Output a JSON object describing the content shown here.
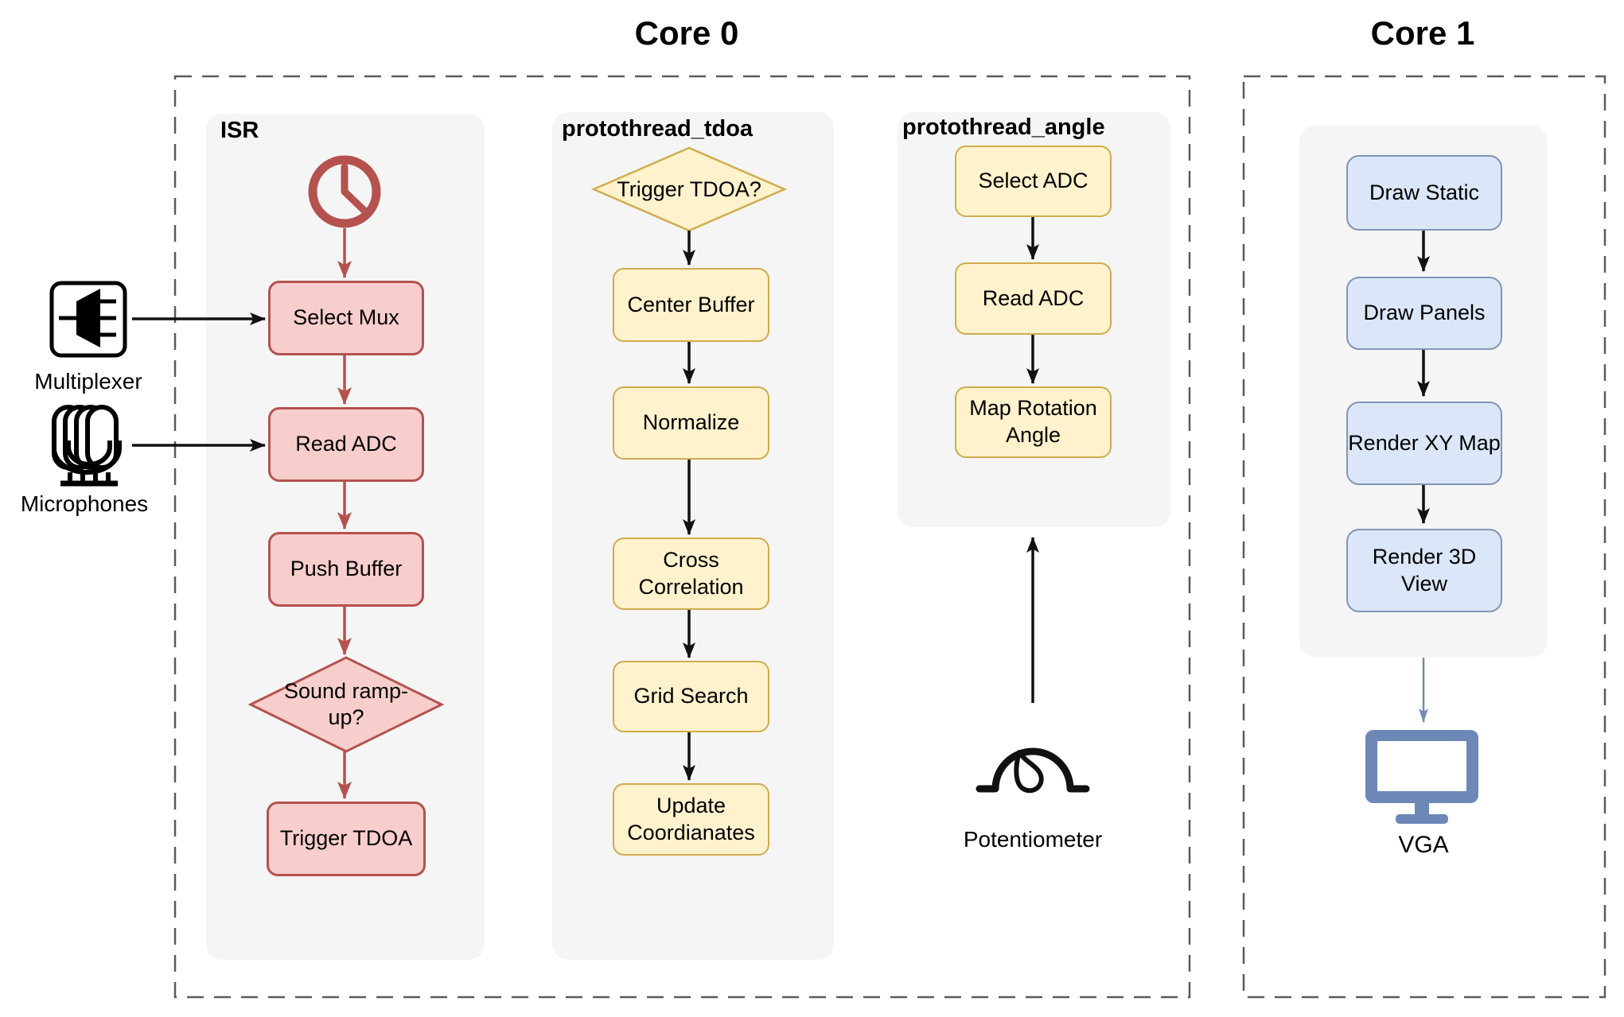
{
  "titles": {
    "core0": "Core 0",
    "core1": "Core 1"
  },
  "panels": {
    "isr": {
      "title": "ISR",
      "nodes": {
        "select_mux": "Select Mux",
        "read_adc": "Read ADC",
        "push_buffer": "Push Buffer",
        "sound_rampup": "Sound ramp-up?",
        "trigger_tdoa": "Trigger TDOA"
      }
    },
    "tdoa": {
      "title": "protothread_tdoa",
      "nodes": {
        "trigger_decision": "Trigger TDOA?",
        "center_buffer": "Center Buffer",
        "normalize": "Normalize",
        "cross_correlation": "Cross Correlation",
        "grid_search": "Grid Search",
        "update_coordinates": "Update Coordianates"
      }
    },
    "angle": {
      "title": "protothread_angle",
      "nodes": {
        "select_adc": "Select ADC",
        "read_adc": "Read ADC",
        "map_rotation_angle": "Map Rotation Angle"
      }
    },
    "core1": {
      "nodes": {
        "draw_static": "Draw Static",
        "draw_panels": "Draw Panels",
        "render_xy_map": "Render XY Map",
        "render_3d_view": "Render 3D View"
      }
    }
  },
  "peripherals": {
    "multiplexer": "Multiplexer",
    "microphones": "Microphones",
    "potentiometer": "Potentiometer",
    "vga": "VGA"
  },
  "icons": {
    "clock": "clock-icon",
    "multiplexer": "multiplexer-icon",
    "microphones": "microphones-icon",
    "potentiometer": "gauge-icon",
    "vga": "monitor-icon"
  },
  "colors": {
    "isr_fill": "#f8cecc",
    "isr_stroke": "#b5524e",
    "tdoa_fill": "#fff2cc",
    "tdoa_stroke": "#d0ac4e",
    "core1_fill": "#dbe7f8",
    "core1_stroke": "#8295b5",
    "panel_bg": "#f5f5f5",
    "boundary_dash": "#5b5b5b",
    "monitor_blue": "#6d87b6",
    "arrow_black": "#111111",
    "arrow_blue": "#7389b8"
  }
}
